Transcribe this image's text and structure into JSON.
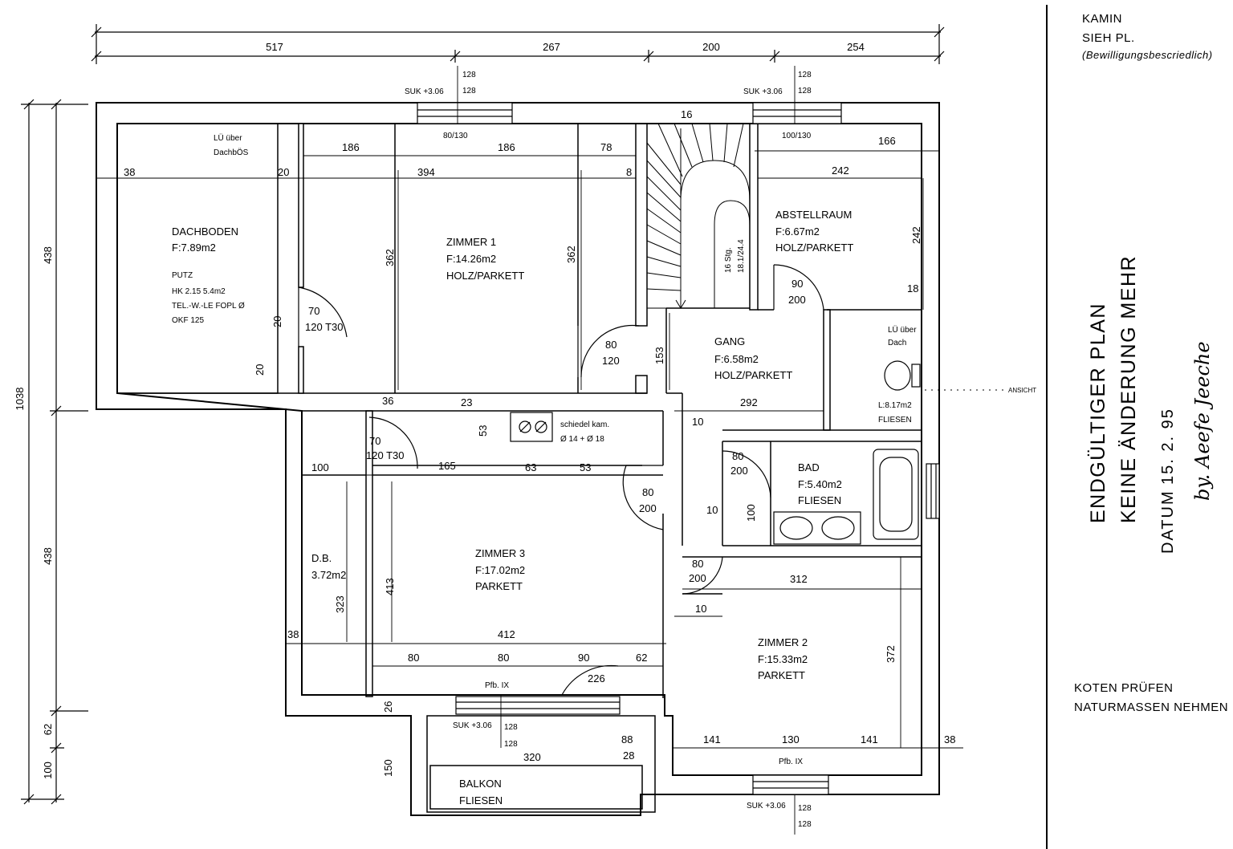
{
  "rooms": {
    "dachboden": {
      "name": "DACHBODEN",
      "area": "F:7.89m2",
      "notes": [
        "PUTZ",
        "HK 2.15 5.4m2",
        "TEL.-W.-LE FOPL Ø",
        "OKF 125"
      ]
    },
    "zimmer1": {
      "name": "ZIMMER 1",
      "area": "F:14.26m2",
      "floor": "HOLZ/PARKETT"
    },
    "abstellraum": {
      "name": "ABSTELLRAUM",
      "area": "F:6.67m2",
      "floor": "HOLZ/PARKETT"
    },
    "gang": {
      "name": "GANG",
      "area": "F:6.58m2",
      "floor": "HOLZ/PARKETT"
    },
    "wc": {
      "vent": "LÜ über",
      "vent2": "Dach",
      "area": "L:8.17m2",
      "floor": "FLIESEN"
    },
    "bad": {
      "name": "BAD",
      "area": "F:5.40m2",
      "floor": "FLIESEN"
    },
    "zimmer3": {
      "name": "ZIMMER 3",
      "area": "F:17.02m2",
      "floor": "PARKETT"
    },
    "db": {
      "name": "D.B.",
      "area": "3.72m2"
    },
    "zimmer2": {
      "name": "ZIMMER 2",
      "area": "F:15.33m2",
      "floor": "PARKETT"
    },
    "balkon": {
      "name": "BALKON",
      "floor": "FLIESEN"
    }
  },
  "labels": {
    "lue_dach": "LÜ über",
    "lue_dach2": "DachbÖS",
    "chimney": "schiedel kam.",
    "chimney2": "Ø 14 + Ø 18",
    "stairs": "16 Stg.",
    "stairs2": "18.1/24.4",
    "suk": "SUK +3.06",
    "pfb": "Pfb. IX",
    "ansicht": "ANSICHT"
  },
  "dimensions": {
    "top": [
      "517",
      "267",
      "200",
      "254"
    ],
    "left_total": "1038",
    "left": [
      "438",
      "438",
      "62",
      "100"
    ],
    "window_128": "128",
    "win_80_130": "80/130",
    "win_100_130": "100/130",
    "d_186": "186",
    "d_78": "78",
    "d_38": "38",
    "d_20": "20",
    "d_394": "394",
    "d_8": "8",
    "d_16": "16",
    "d_166": "166",
    "d_242": "242",
    "d_362": "362",
    "d_18": "18",
    "d_70": "70",
    "d_120t30": "120 T30",
    "d_80": "80",
    "d_120": "120",
    "d_153": "153",
    "d_90": "90",
    "d_200": "200",
    "d_292": "292",
    "d_36": "36",
    "d_23": "23",
    "d_53": "53",
    "d_10": "10",
    "d_100": "100",
    "d_165": "165",
    "d_63": "63",
    "d_323": "323",
    "d_413": "413",
    "d_412": "412",
    "d_62": "62",
    "d_226": "226",
    "d_26": "26",
    "d_320": "320",
    "d_88": "88",
    "d_28": "28",
    "d_150": "150",
    "d_312": "312",
    "d_372": "372",
    "d_141": "141",
    "d_130": "130"
  },
  "sidebar": {
    "kamin": "KAMIN",
    "sieh": "SIEH PL.",
    "bewilligung": "(Bewilligungsbescriedlich)",
    "title1": "ENDGÜLTIGER PLAN",
    "title2": "KEINE ÄNDERUNG MEHR",
    "datum_label": "DATUM",
    "datum_value": "15. 2. 95",
    "signature": "by. Aeefe Jeeche",
    "note1": "KOTEN PRÜFEN",
    "note2": "NATURMASSEN NEHMEN"
  }
}
